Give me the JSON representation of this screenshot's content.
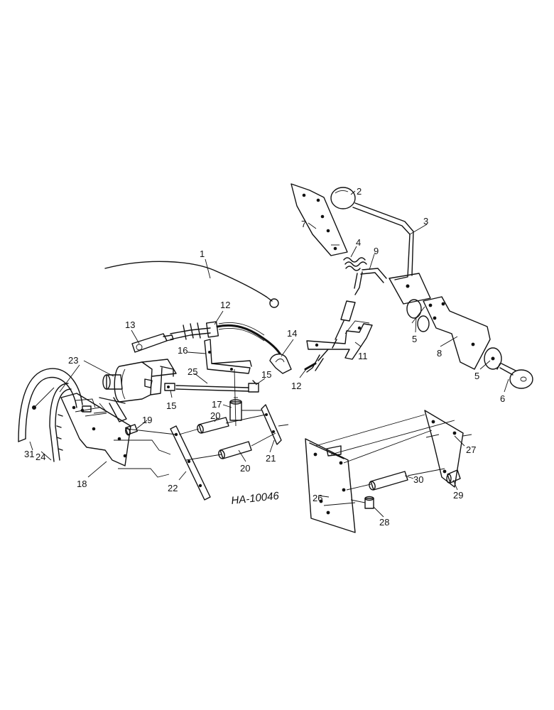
{
  "drawing_number": "HA-10046",
  "callouts": [
    {
      "id": "c1",
      "label": "1"
    },
    {
      "id": "c2",
      "label": "2"
    },
    {
      "id": "c3",
      "label": "3"
    },
    {
      "id": "c4",
      "label": "4"
    },
    {
      "id": "c5a",
      "label": "5"
    },
    {
      "id": "c5b",
      "label": "5"
    },
    {
      "id": "c6",
      "label": "6"
    },
    {
      "id": "c7",
      "label": "7"
    },
    {
      "id": "c8",
      "label": "8"
    },
    {
      "id": "c9",
      "label": "9"
    },
    {
      "id": "c11",
      "label": "11"
    },
    {
      "id": "c12a",
      "label": "12"
    },
    {
      "id": "c12b",
      "label": "12"
    },
    {
      "id": "c13",
      "label": "13"
    },
    {
      "id": "c14",
      "label": "14"
    },
    {
      "id": "c15a",
      "label": "15"
    },
    {
      "id": "c15b",
      "label": "15"
    },
    {
      "id": "c16",
      "label": "16"
    },
    {
      "id": "c17",
      "label": "17"
    },
    {
      "id": "c18",
      "label": "18"
    },
    {
      "id": "c19",
      "label": "19"
    },
    {
      "id": "c20a",
      "label": "20"
    },
    {
      "id": "c20b",
      "label": "20"
    },
    {
      "id": "c21",
      "label": "21"
    },
    {
      "id": "c22",
      "label": "22"
    },
    {
      "id": "c23",
      "label": "23"
    },
    {
      "id": "c24",
      "label": "24"
    },
    {
      "id": "c25",
      "label": "25"
    },
    {
      "id": "c26",
      "label": "26"
    },
    {
      "id": "c27",
      "label": "27"
    },
    {
      "id": "c28",
      "label": "28"
    },
    {
      "id": "c29",
      "label": "29"
    },
    {
      "id": "c30",
      "label": "30"
    },
    {
      "id": "c31",
      "label": "31"
    }
  ]
}
